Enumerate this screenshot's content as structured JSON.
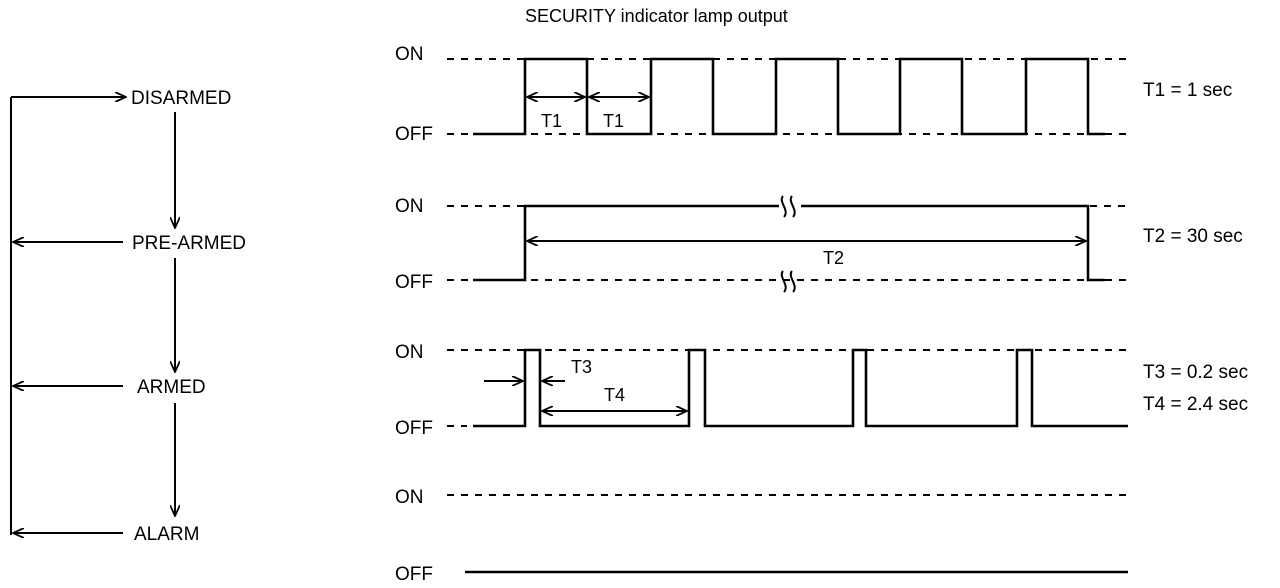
{
  "title": "SECURITY indicator lamp output",
  "states": {
    "disarmed": "DISARMED",
    "pre_armed": "PRE-ARMED",
    "armed": "ARMED",
    "alarm": "ALARM"
  },
  "levels": {
    "on": "ON",
    "off": "OFF"
  },
  "timings": {
    "t1_label": "T1",
    "t1_value": "T1 = 1 sec",
    "t2_label": "T2",
    "t2_value": "T2 = 30 sec",
    "t3_label": "T3",
    "t3_value": "T3 = 0.2 sec",
    "t4_label": "T4",
    "t4_value": "T4 = 2.4 sec"
  }
}
